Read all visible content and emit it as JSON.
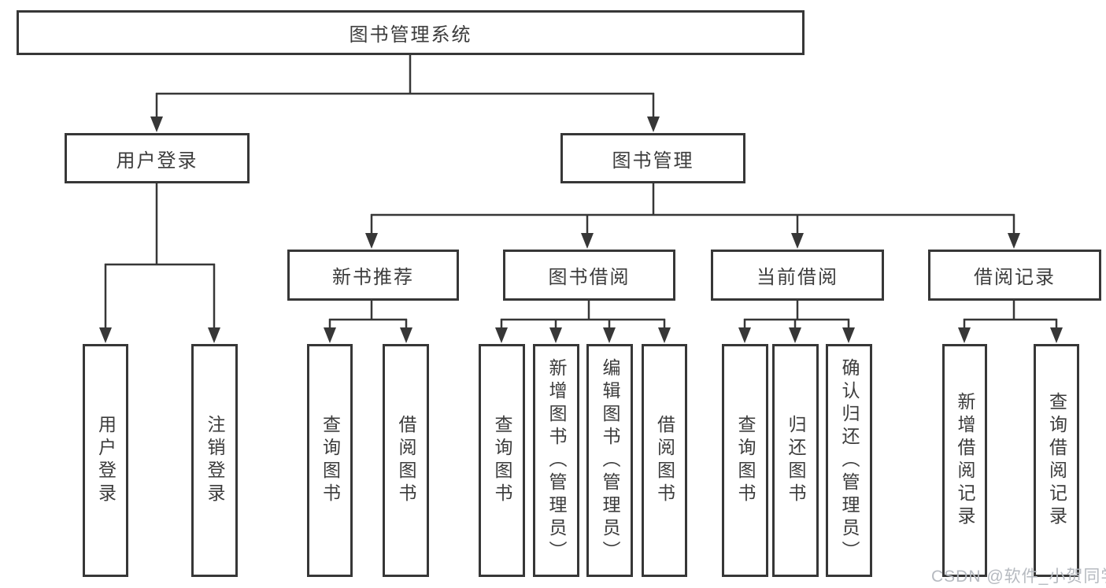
{
  "tree": {
    "root": "图书管理系统",
    "user_login": {
      "label": "用户登录",
      "children": [
        "用户登录",
        "注销登录"
      ]
    },
    "book_mgmt": {
      "label": "图书管理",
      "sections": {
        "new_books": {
          "label": "新书推荐",
          "children": [
            "查询图书",
            "借阅图书"
          ]
        },
        "borrowing": {
          "label": "图书借阅",
          "children": [
            "查询图书",
            "新增图书（管理员）",
            "编辑图书（管理员）",
            "借阅图书"
          ]
        },
        "current": {
          "label": "当前借阅",
          "children": [
            "查询图书",
            "归还图书",
            "确认归还（管理员）"
          ]
        },
        "records": {
          "label": "借阅记录",
          "children": [
            "新增借阅记录",
            "查询借阅记录"
          ]
        }
      }
    }
  },
  "watermark": "CSDN @软件_小贺同学",
  "colors": {
    "line": "#373737",
    "text": "#3c3c3c",
    "watermark": "#b6bac0",
    "background": "#ffffff"
  }
}
